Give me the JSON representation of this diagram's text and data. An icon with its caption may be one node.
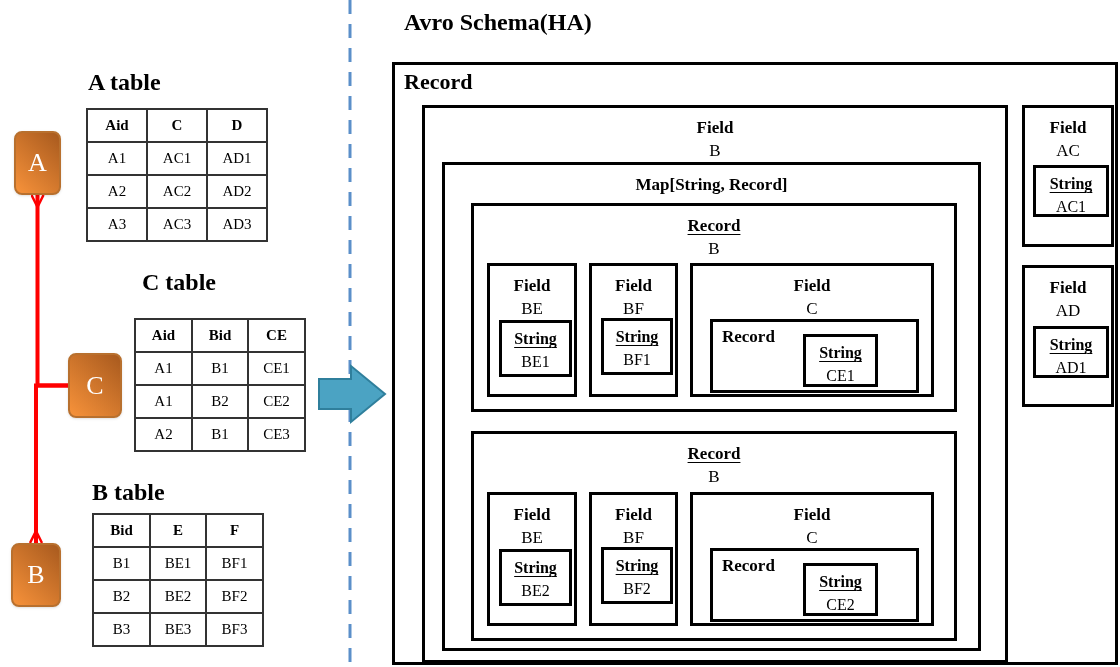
{
  "diagram": {
    "nodes": [
      {
        "text": [
          "A"
        ]
      },
      {
        "text": [
          "C"
        ]
      },
      {
        "text": [
          "B"
        ]
      },
      {
        "text": [
          "Record"
        ]
      },
      {
        "text": [
          "Field",
          "B"
        ],
        "in": 3
      },
      {
        "text": [
          "Map[String, Record]"
        ],
        "in": 4
      },
      {
        "text": [
          "Record",
          "B"
        ],
        "in": 5
      },
      {
        "text": [
          "Field",
          "BE"
        ],
        "in": 6
      },
      {
        "text": [
          "String",
          "BE1"
        ],
        "in": 7
      },
      {
        "text": [
          "Field",
          "BF"
        ],
        "in": 6
      },
      {
        "text": [
          "String",
          "BF1"
        ],
        "in": 9
      },
      {
        "text": [
          "Field",
          "C"
        ],
        "in": 6
      },
      {
        "text": [
          "Record"
        ],
        "in": 11
      },
      {
        "text": [
          "String",
          "CE1"
        ],
        "in": 12
      },
      {
        "text": [
          "Record",
          "B"
        ],
        "in": 5
      },
      {
        "text": [
          "Field",
          "BE"
        ],
        "in": 14
      },
      {
        "text": [
          "String",
          "BE2"
        ],
        "in": 15
      },
      {
        "text": [
          "Field",
          "BF"
        ],
        "in": 14
      },
      {
        "text": [
          "String",
          "BF2"
        ],
        "in": 17
      },
      {
        "text": [
          "Field",
          "C"
        ],
        "in": 14
      },
      {
        "text": [
          "Record"
        ],
        "in": 19
      },
      {
        "text": [
          "String",
          "CE2"
        ],
        "in": 20
      },
      {
        "text": [
          "Field",
          "AC"
        ],
        "in": 3
      },
      {
        "text": [
          "String",
          "AC1"
        ],
        "in": 22
      },
      {
        "text": [
          "Field",
          "AD"
        ],
        "in": 3
      },
      {
        "text": [
          "String",
          "AD1"
        ],
        "in": 24
      }
    ],
    "edges": [
      {
        "from": 1,
        "to": 0,
        "arrow": "other"
      },
      {
        "from": 1,
        "to": 2,
        "arrow": "other"
      }
    ],
    "labels": [
      "Avro Schema(HA)",
      "A table",
      "Aid",
      "C",
      "D",
      "A1",
      "AC1",
      "AD1",
      "A2",
      "AC2",
      "AD2",
      "A3",
      "AC3",
      "AD3",
      "C table",
      "Aid",
      "Bid",
      "CE",
      "A1",
      "B1",
      "CE1",
      "A1",
      "B2",
      "CE2",
      "A2",
      "B1",
      "CE3",
      "B table",
      "Bid",
      "E",
      "F",
      "B1",
      "BE1",
      "BF1",
      "B2",
      "BE2",
      "BF2",
      "B3",
      "BE3",
      "BF3"
    ]
  }
}
